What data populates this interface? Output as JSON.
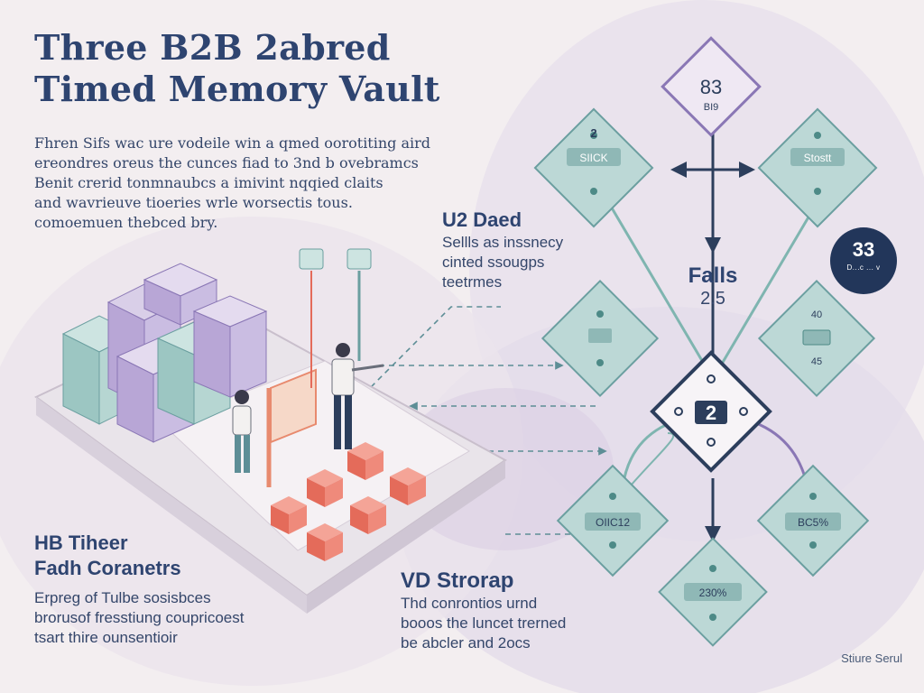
{
  "title": {
    "line1": "Three B2B 2abred",
    "line2": "Timed Memory Vault"
  },
  "intro": [
    "Fhren Sifs wac ure vodeile win a qmed oorotiting aird",
    "ereondres oreus the cunces fiad to 3nd b ovebramcs",
    "Benit crerid tonmnaubcs a imivint nqqied claits",
    "and wavrieuve tioeries wrle worsectis tous.",
    "comoemuen thebced bry."
  ],
  "callout_u2": {
    "heading": "U2 Daed",
    "lines": [
      "Sellls as inssnecy",
      "cinted ssougps",
      "teetrmes"
    ]
  },
  "section_hb": {
    "heading_line1": "HB Tiheer",
    "heading_line2": "Fadh Coranetrs",
    "lines": [
      "Erpreg of Tulbe sosisbces",
      "brorusof fresstiung coupricoest",
      "tsart thire ounsentioir"
    ]
  },
  "section_vd": {
    "heading": "VD Strorap",
    "lines": [
      "Thd conrontios urnd",
      "booos the luncet trerned",
      "be abcler and 2ocs"
    ]
  },
  "falls": {
    "label": "Falls",
    "value": "2.5"
  },
  "badge": {
    "value": "33",
    "caption": "D...c ... v"
  },
  "nodes": {
    "top_value": "83",
    "top_label": "BI9",
    "upper_left_num": "2",
    "upper_left_label": "SIICK",
    "upper_right_label": "Stostt",
    "mid_right_top": "40",
    "mid_right_bottom": "45",
    "center_value": "2",
    "low_left_label": "OIIC12",
    "low_right_label": "BC5%",
    "bottom_label": "230%"
  },
  "footer": "Stiure Serul",
  "colors": {
    "navy": "#2c3e5c",
    "teal": "#7fb5b0",
    "teal_dark": "#4d8a87",
    "lavender": "#a99bc6",
    "coral": "#e46b5a",
    "blush": "#f3eef0"
  },
  "icons": [
    "stack-icon",
    "chip-icon",
    "keypad-icon",
    "gear-icon",
    "lock-icon"
  ]
}
